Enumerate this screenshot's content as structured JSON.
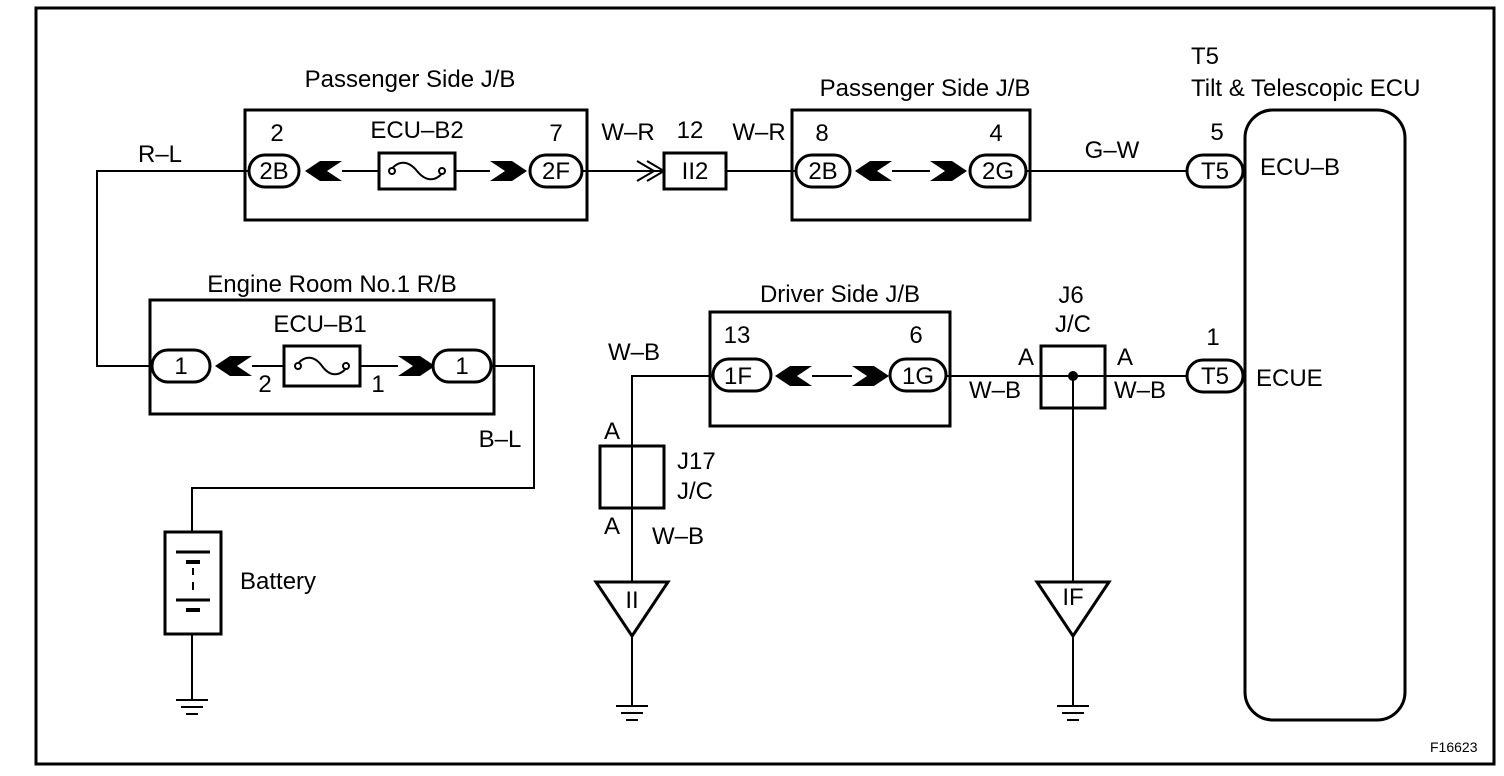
{
  "labels": {
    "pass_jb_1_title": "Passenger Side J/B",
    "pass_jb_2_title": "Passenger Side J/B",
    "ecu_code": "T5",
    "ecu_title": "Tilt & Telescopic ECU",
    "eng_rb_title": "Engine Room No.1 R/B",
    "drv_jb_title": "Driver Side J/B",
    "j6_code": "J6",
    "j6_type": "J/C",
    "j17_code": "J17",
    "j17_type": "J/C",
    "battery": "Battery",
    "figure_id": "F16623",
    "fuse_b2": "ECU–B2",
    "fuse_b1": "ECU–B1",
    "ecu_terminal_5": "ECU–B",
    "ecu_terminal_1": "ECUE"
  },
  "wires": {
    "r_l": "R–L",
    "w_r_1": "W–R",
    "w_r_2": "W–R",
    "g_w": "G–W",
    "b_l": "B–L",
    "w_b_left": "W–B",
    "w_b_j17": "W–B",
    "w_b_mid": "W–B",
    "w_b_right": "W–B"
  },
  "connectors": {
    "pj1_left": "2B",
    "pj1_left_pin": "2",
    "pj1_right": "2F",
    "pj1_right_pin": "7",
    "ii2": "II2",
    "ii2_pin": "12",
    "pj2_left": "2B",
    "pj2_left_pin": "8",
    "pj2_right": "2G",
    "pj2_right_pin": "4",
    "ecu_top": "T5",
    "ecu_top_pin": "5",
    "er_left": "1",
    "er_left_pin": "2",
    "er_right": "1",
    "er_right_pin": "1",
    "dj_left": "1F",
    "dj_left_pin": "13",
    "dj_right": "1G",
    "dj_right_pin": "6",
    "ecu_bottom": "T5",
    "ecu_bottom_pin": "1",
    "j6_left_pin": "A",
    "j6_right_pin": "A",
    "j17_top_pin": "A",
    "j17_bottom_pin": "A"
  },
  "grounds": {
    "left": "II",
    "right": "IF"
  }
}
